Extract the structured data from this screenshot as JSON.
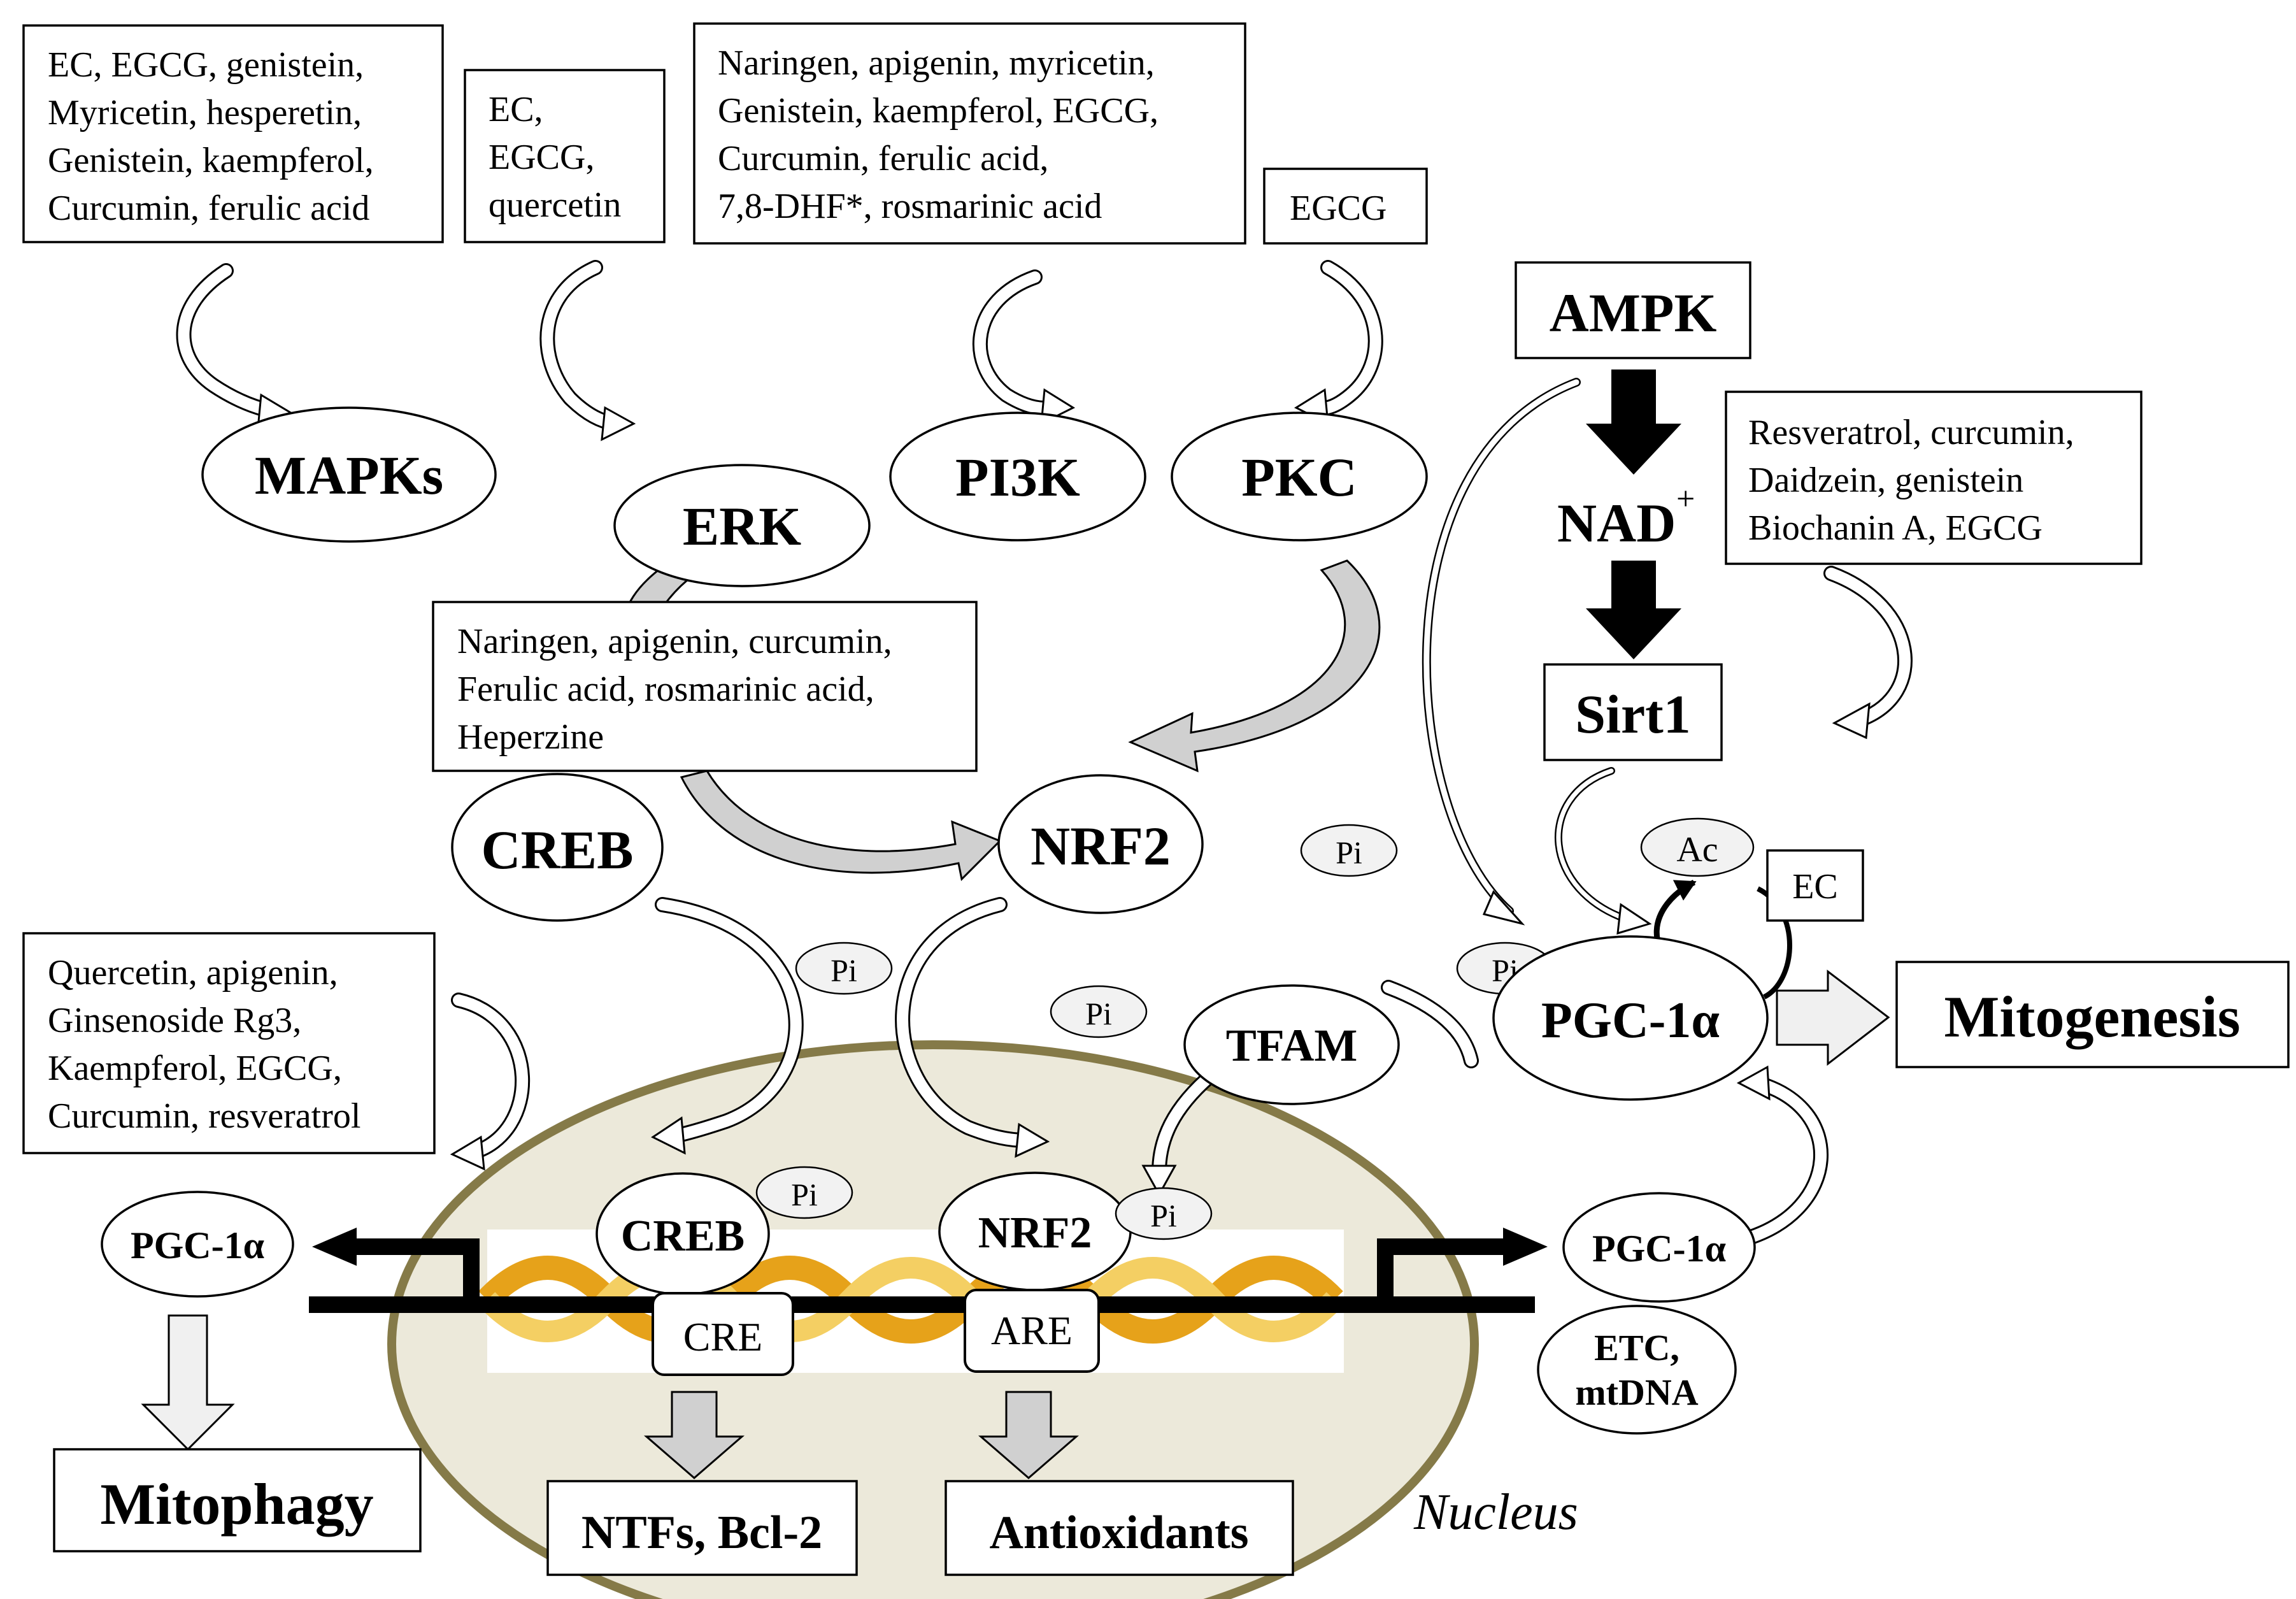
{
  "compound_boxes": {
    "mapks_inputs": [
      "EC, EGCG, genistein,",
      "Myricetin, hesperetin,",
      "Genistein, kaempferol,",
      "Curcumin, ferulic acid"
    ],
    "erk_inputs": [
      "EC,",
      "EGCG,",
      "quercetin"
    ],
    "pi3k_inputs": [
      "Naringen, apigenin, myricetin,",
      "Genistein, kaempferol, EGCG,",
      "Curcumin, ferulic acid,",
      "7,8-DHF*, rosmarinic acid"
    ],
    "pkc_inputs": [
      "EGCG"
    ],
    "sirt_inputs": [
      "Resveratrol, curcumin,",
      "Daidzein, genistein",
      "Biochanin A, EGCG"
    ],
    "nrf2_inputs": [
      "Naringen, apigenin, curcumin,",
      "Ferulic acid, rosmarinic acid,",
      "Heperzine"
    ],
    "nuclear_inputs": [
      "Quercetin, apigenin,",
      "Ginsenoside Rg3,",
      "Kaempferol, EGCG,",
      "Curcumin, resveratrol"
    ],
    "pgc_inputs": [
      "EC"
    ]
  },
  "nodes": {
    "mapks": "MAPKs",
    "erk": "ERK",
    "pi3k": "PI3K",
    "pkc": "PKC",
    "ampk": "AMPK",
    "nad_base": "NAD",
    "nad_sup": "+",
    "sirt1": "Sirt1",
    "creb": "CREB",
    "nrf2": "NRF2",
    "ac": "Ac",
    "pgc_main": "PGC-1α",
    "mitogenesis": "Mitogenesis",
    "tfam": "TFAM",
    "pgc_left": "PGC-1α",
    "pgc_right": "PGC-1α",
    "etc_line1": "ETC,",
    "etc_line2": "mtDNA",
    "creb_nuclear": "CREB",
    "nrf2_nuclear": "NRF2",
    "cre": "CRE",
    "are": "ARE",
    "mitophagy": "Mitophagy",
    "ntfs": "NTFs, Bcl-2",
    "antioxidants": "Antioxidants",
    "nucleus": "Nucleus",
    "pi": "Pi"
  },
  "colors": {
    "nucleus_fill": "#ece9da",
    "nucleus_stroke": "#857a48",
    "dna_gold": "#e6a21a",
    "dna_light": "#f4cf63",
    "arrow_gray": "#d0d0d0",
    "arrow_light": "#f0f0f0"
  }
}
